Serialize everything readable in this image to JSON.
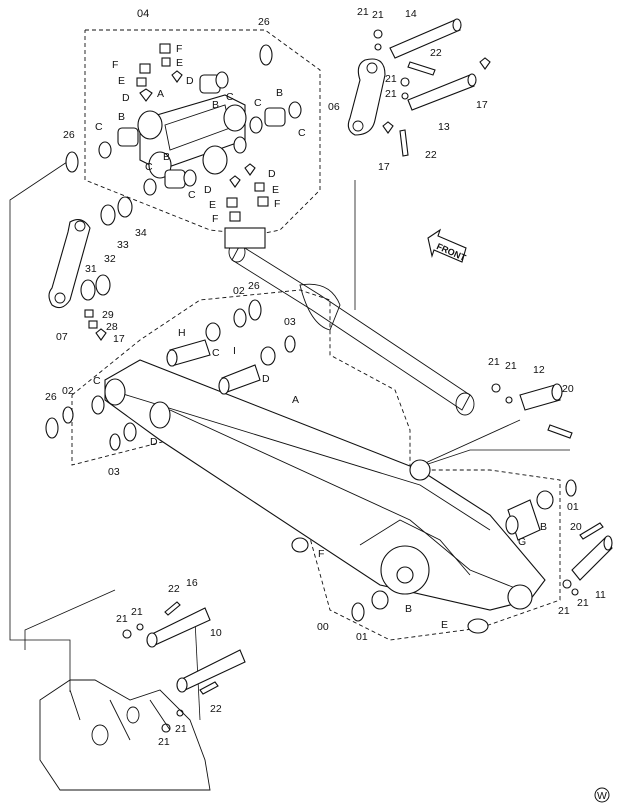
{
  "title": "",
  "labels": {
    "l04": "04",
    "l26a": "26",
    "l21a": "21",
    "l21b": "21",
    "l14": "14",
    "l22a": "22",
    "l21c": "21",
    "l21d": "21",
    "l17a": "17",
    "l06": "06",
    "l13": "13",
    "l17b": "17",
    "l22b": "22",
    "lF1": "F",
    "lE1": "E",
    "lE2": "E",
    "lF2": "F",
    "lD1": "D",
    "lD2": "D",
    "lA1": "A",
    "lB1": "B",
    "lC1": "C",
    "lB2": "B",
    "lC2": "C",
    "lB3": "B",
    "lC3": "C",
    "lC4": "C",
    "lC5": "C",
    "lB4": "B",
    "lC6": "C",
    "lD3": "D",
    "lD4": "D",
    "lE3": "E",
    "lE4": "E",
    "lF3": "F",
    "lF4": "F",
    "l26b": "26",
    "l33": "33",
    "l34": "34",
    "l31": "31",
    "l32": "32",
    "l29": "29",
    "l28": "28",
    "l07": "07",
    "l17c": "17",
    "l02a": "02",
    "l26c": "26",
    "lH": "H",
    "lC7": "C",
    "l03a": "03",
    "lI": "I",
    "lD5": "D",
    "l26d": "26",
    "l02b": "02",
    "lC8": "C",
    "lA2": "A",
    "lD6": "D",
    "l03b": "03",
    "l21e": "21",
    "l21f": "21",
    "l12": "12",
    "l20a": "20",
    "l01a": "01",
    "lB5": "B",
    "lG": "G",
    "l20b": "20",
    "lF5": "F",
    "l00": "00",
    "lB6": "B",
    "l01b": "01",
    "lE5": "E",
    "l21g": "21",
    "l21h": "21",
    "l11": "11",
    "l22c": "22",
    "l16": "16",
    "l21i": "21",
    "l21j": "21",
    "l10": "10",
    "l22d": "22",
    "l21k": "21",
    "l21l": "21"
  },
  "front_arrow": "FRONT",
  "watermark": "W"
}
